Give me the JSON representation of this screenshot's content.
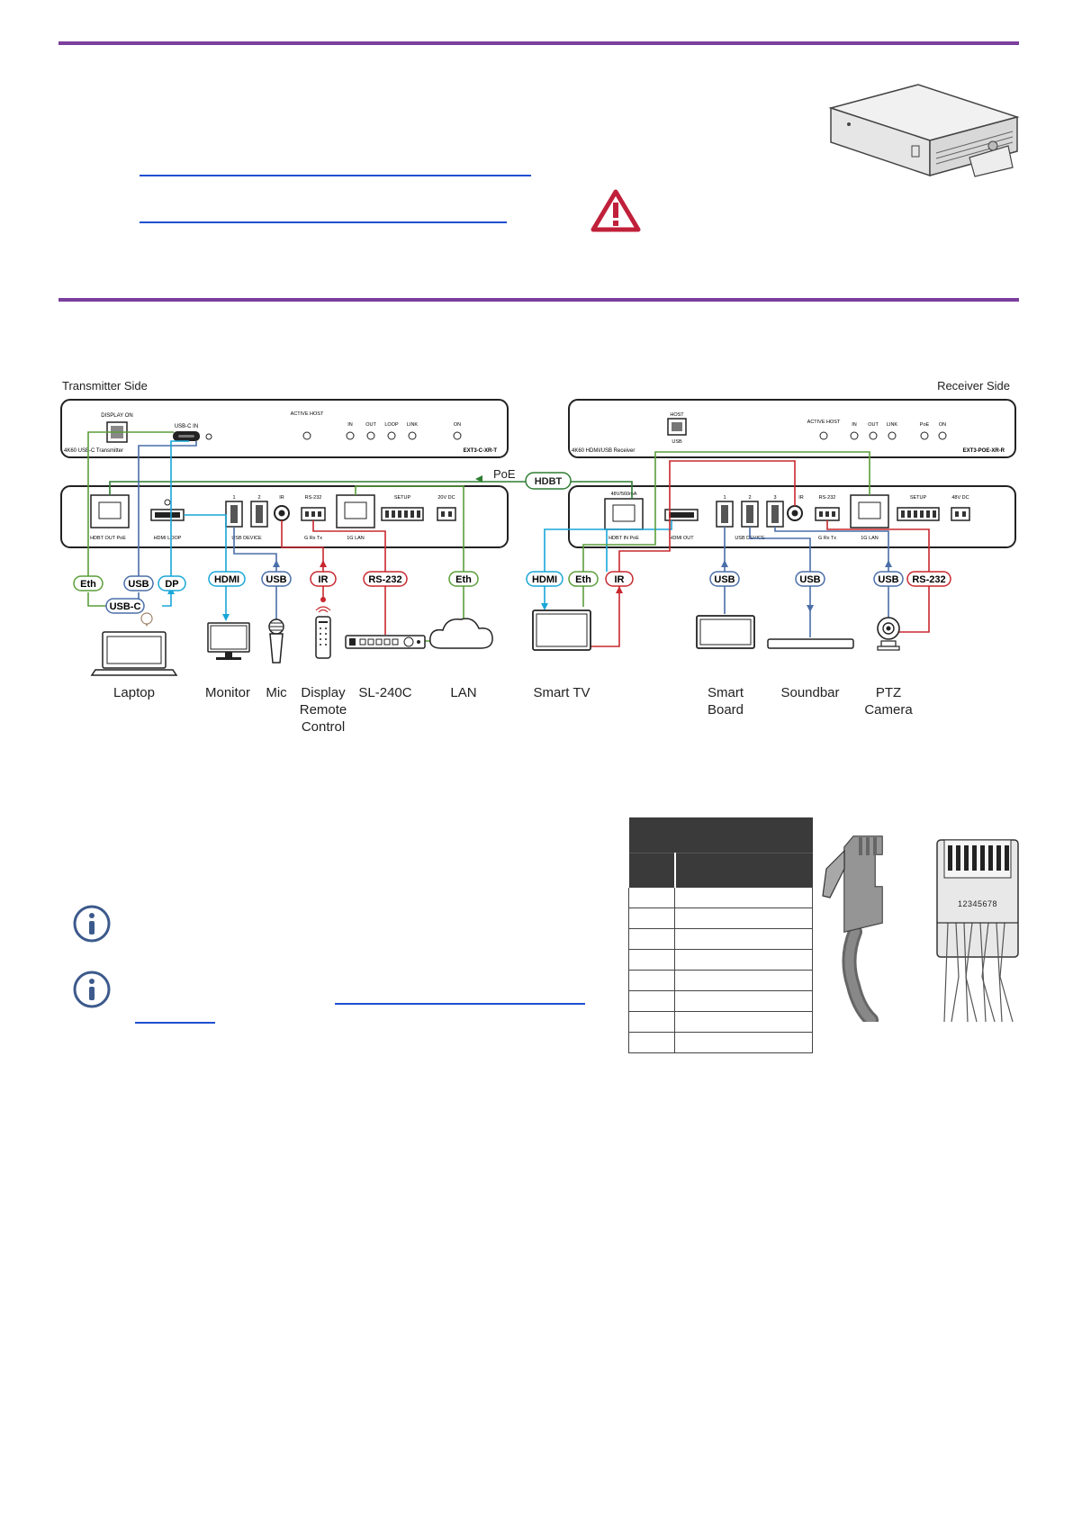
{
  "labels": {
    "transmitter_side": "Transmitter Side",
    "receiver_side": "Receiver Side"
  },
  "transmitter": {
    "front": {
      "display_on": "DISPLAY ON",
      "usbc_in": "USB-C IN",
      "model_desc": "4K60 USB-C Transmitter",
      "active_host": "ACTIVE HOST",
      "leds": [
        "IN",
        "OUT",
        "LOOP",
        "LINK"
      ],
      "on": "ON",
      "model": "EXT3-C-XR-T"
    },
    "rear": {
      "hdbt_out": "HDBT OUT PoE",
      "hdmi_loop": "HDMI LOOP",
      "usb_device": "USB DEVICE",
      "usb_ports": [
        "1",
        "2"
      ],
      "ir": "IR",
      "rs232": "RS-232",
      "rs232_pins": "G Rx Tx",
      "lan": "1G LAN",
      "setup": "SETUP",
      "power": "20V DC"
    }
  },
  "receiver": {
    "front": {
      "host": "HOST",
      "usb": "USB",
      "model_desc": "4K60 HDMI/USB Receiver",
      "active_host": "ACTIVE HOST",
      "leds": [
        "IN",
        "OUT",
        "LINK"
      ],
      "poe": "PoE",
      "on": "ON",
      "model": "EXT3-POE-XR-R"
    },
    "rear": {
      "poe_spec": "48V/560mA",
      "hdbt_in": "HDBT IN PoE",
      "hdmi_out": "HDMI OUT",
      "usb_device": "USB DEVICE",
      "usb_ports": [
        "1",
        "2",
        "3"
      ],
      "ir": "IR",
      "rs232": "RS-232",
      "rs232_pins": "G Rx Tx",
      "lan": "1G LAN",
      "setup": "SETUP",
      "power": "48V DC"
    }
  },
  "links": {
    "poe": "PoE",
    "hdbt": "HDBT"
  },
  "tags": {
    "tx_eth": "Eth",
    "tx_usb": "USB",
    "tx_dp": "DP",
    "tx_usbc": "USB-C",
    "tx_hdmi": "HDMI",
    "tx_usb_mic": "USB",
    "tx_ir": "IR",
    "tx_rs232": "RS-232",
    "tx_lan_eth": "Eth",
    "rx_hdmi": "HDMI",
    "rx_eth": "Eth",
    "rx_ir": "IR",
    "rx_usb_board": "USB",
    "rx_usb_sound": "USB",
    "rx_usb_cam": "USB",
    "rx_rs232": "RS-232"
  },
  "devices": {
    "laptop": "Laptop",
    "monitor": "Monitor",
    "mic": "Mic",
    "remote_1": "Display",
    "remote_2": "Remote",
    "remote_3": "Control",
    "sl240c": "SL-240C",
    "lan": "LAN",
    "smart_tv": "Smart TV",
    "board_1": "Smart",
    "board_2": "Board",
    "soundbar": "Soundbar",
    "cam_1": "PTZ",
    "cam_2": "Camera"
  },
  "connector": {
    "pin_numbers": "12345678"
  },
  "colors": {
    "rule": "#7b3f9e",
    "link": "#1f4fd1",
    "warning": "#c0203a",
    "info": "#3d5a8c",
    "green": "#5a9e3a",
    "blue": "#4a6ea8",
    "cyan": "#19a6d8",
    "red": "#c8282e"
  }
}
